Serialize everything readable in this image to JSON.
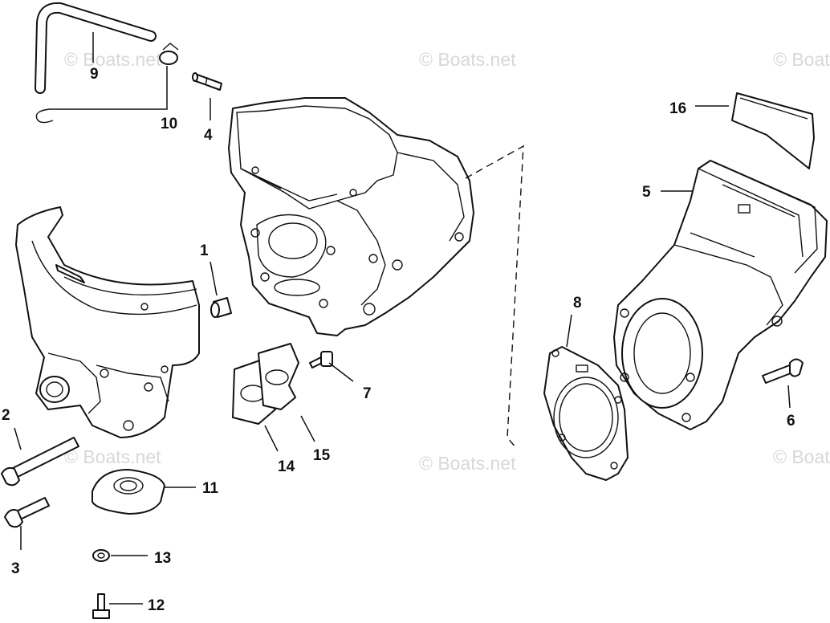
{
  "watermark": "© Boats.net",
  "callouts": [
    {
      "id": "p1",
      "label": "1"
    },
    {
      "id": "p2",
      "label": "2"
    },
    {
      "id": "p3",
      "label": "3"
    },
    {
      "id": "p4",
      "label": "4"
    },
    {
      "id": "p5",
      "label": "5"
    },
    {
      "id": "p6",
      "label": "6"
    },
    {
      "id": "p7",
      "label": "7"
    },
    {
      "id": "p8",
      "label": "8"
    },
    {
      "id": "p9",
      "label": "9"
    },
    {
      "id": "p10",
      "label": "10"
    },
    {
      "id": "p11",
      "label": "11"
    },
    {
      "id": "p12",
      "label": "12"
    },
    {
      "id": "p13",
      "label": "13"
    },
    {
      "id": "p14",
      "label": "14"
    },
    {
      "id": "p15",
      "label": "15"
    },
    {
      "id": "p16",
      "label": "16"
    }
  ]
}
